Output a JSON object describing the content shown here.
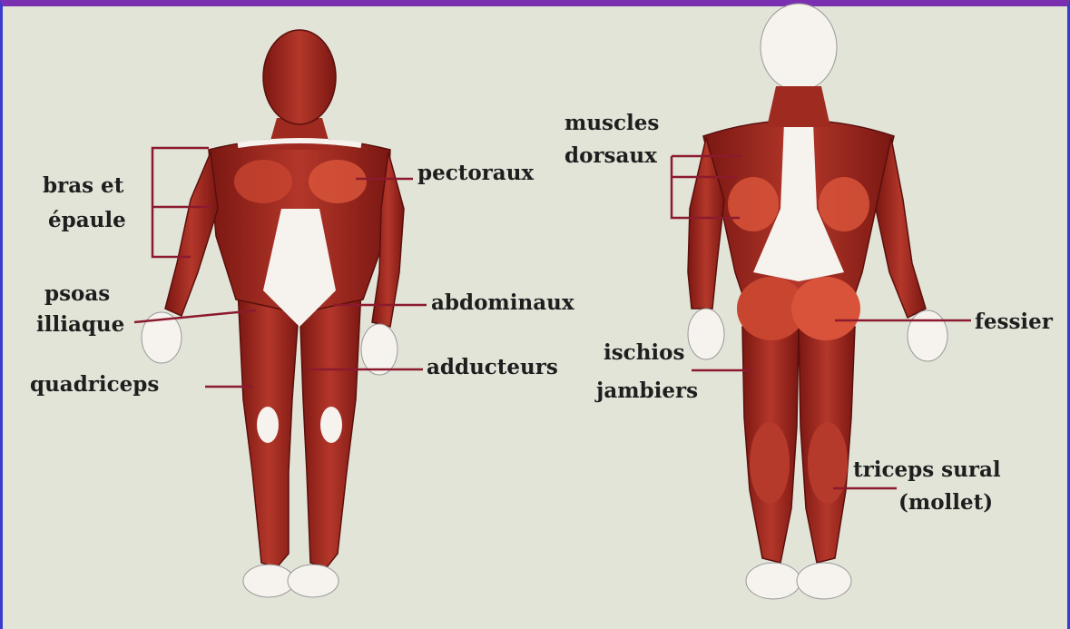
{
  "diagram": {
    "colors": {
      "background": "#e2e4d8",
      "muscle": "#8e1d19",
      "muscle_highlight": "#d8533a",
      "tendon": "#f6f2ee",
      "leader_line": "#8c1a2e",
      "label_text": "#1e1e1e",
      "top_border": "#7a2fb0",
      "side_border": "#3a3ad0"
    },
    "front_labels": {
      "bras": "bras et",
      "epaule": "épaule",
      "pectoraux": "pectoraux",
      "psoas": "psoas",
      "illiaque": "illiaque",
      "abdominaux": "abdominaux",
      "adducteurs": "adducteurs",
      "quadriceps": "quadriceps"
    },
    "back_labels": {
      "muscles": "muscles",
      "dorsaux": "dorsaux",
      "fessier": "fessier",
      "ischios": "ischios",
      "jambiers": "jambiers",
      "triceps": "triceps sural",
      "mollet": "(mollet)"
    }
  }
}
